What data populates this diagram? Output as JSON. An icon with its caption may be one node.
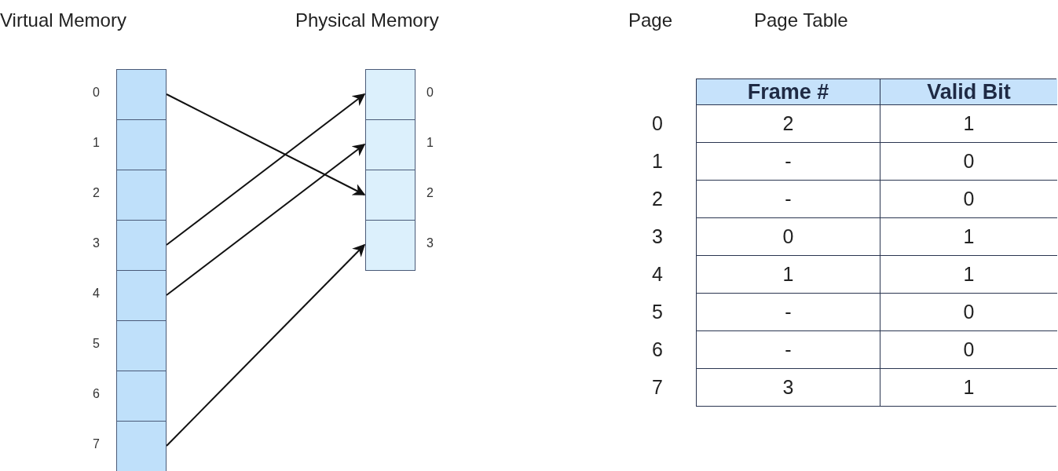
{
  "diagram": {
    "nodes": [
      {
        "text": [],
        "shape": "box",
        "beside": [
          "0"
        ]
      },
      {
        "text": [],
        "shape": "box",
        "beside": [
          "1"
        ]
      },
      {
        "text": [],
        "shape": "box",
        "beside": [
          "2"
        ]
      },
      {
        "text": [],
        "shape": "box",
        "beside": [
          "3"
        ]
      },
      {
        "text": [],
        "shape": "box",
        "beside": [
          "4"
        ]
      },
      {
        "text": [],
        "shape": "box",
        "beside": [
          "5"
        ]
      },
      {
        "text": [],
        "shape": "box",
        "beside": [
          "6"
        ]
      },
      {
        "text": [],
        "shape": "box",
        "beside": [
          "7"
        ]
      },
      {
        "text": [],
        "shape": "box",
        "beside": [
          "0"
        ]
      },
      {
        "text": [],
        "shape": "box",
        "beside": [
          "1"
        ]
      },
      {
        "text": [],
        "shape": "box",
        "beside": [
          "2"
        ]
      },
      {
        "text": [],
        "shape": "box",
        "beside": [
          "3"
        ]
      }
    ],
    "edges": [
      {
        "from": 0,
        "to": 10,
        "arrow": "to"
      },
      {
        "from": 3,
        "to": 8,
        "arrow": "to"
      },
      {
        "from": 4,
        "to": 9,
        "arrow": "to"
      },
      {
        "from": 7,
        "to": 11,
        "arrow": "to"
      }
    ],
    "labels": [
      "Virtual Memory",
      "Physical Memory",
      "Page",
      "Page Table",
      "Frame #",
      "Valid Bit",
      "0",
      "2",
      "1",
      "1",
      "-",
      "0",
      "2",
      "-",
      "0",
      "3",
      "0",
      "1",
      "4",
      "1",
      "1",
      "5",
      "-",
      "0",
      "6",
      "-",
      "0",
      "7",
      "3",
      "1"
    ]
  }
}
